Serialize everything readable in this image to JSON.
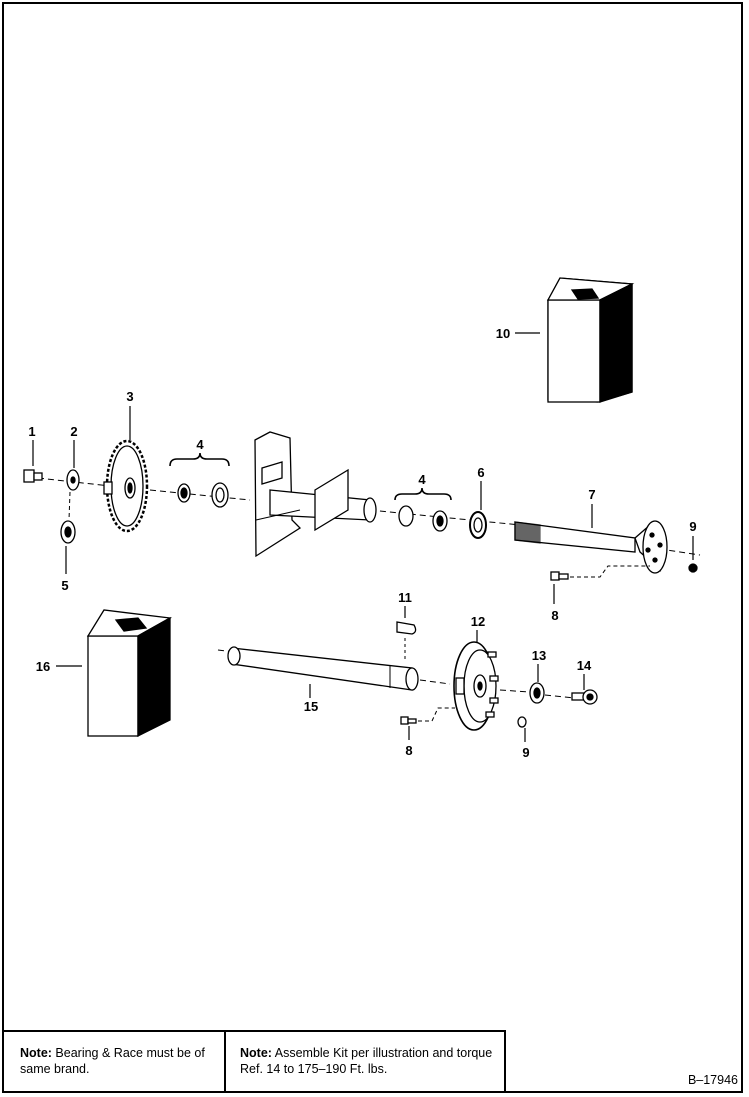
{
  "callouts": {
    "c1": "1",
    "c2": "2",
    "c3": "3",
    "c4a": "4",
    "c4b": "4",
    "c5": "5",
    "c6": "6",
    "c7": "7",
    "c8a": "8",
    "c8b": "8",
    "c9a": "9",
    "c9b": "9",
    "c10": "10",
    "c11": "11",
    "c12": "12",
    "c13": "13",
    "c14": "14",
    "c15": "15",
    "c16": "16"
  },
  "notes": {
    "note1": {
      "label": "Note:",
      "text": " Bearing & Race must be of same brand."
    },
    "note2": {
      "label": "Note:",
      "text": " Assemble Kit per illustration and torque Ref. 14 to 175–190 Ft. lbs."
    }
  },
  "doc_number": "B–17946"
}
